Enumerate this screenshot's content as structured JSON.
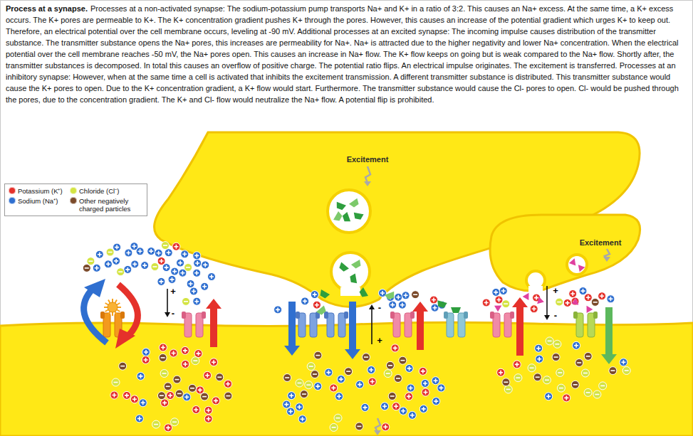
{
  "diagram": {
    "title": "Process at a synapse.",
    "caption": "Processes at a non-activated synapse: The sodium-potassium pump transports Na+ and K+ in a ratio of 3:2. This causes an Na+ excess. At the same time, a K+ excess occurs. The K+ pores are permeable to K+. The K+ concentration gradient pushes K+ through the pores. However, this causes an increase of the potential gradient which urges K+ to keep out. Therefore, an electrical potential over the cell membrane occurs, leveling at -90 mV. Additional processes at an excited synapse: The incoming impulse causes distribution of the transmitter substance. The transmitter substance opens the Na+ pores, this increases are permeability for Na+. Na+ is attracted due to the higher negativity and lower Na+ concentration. When the electrical potential over the cell membrane reaches -50 mV, the Na+ pores open. This causes an increase in Na+ flow. The K+ flow keeps on going but is weak compared to the Na+ flow. Shortly after, the transmitter substances is decomposed. In total this causes an overflow of positive charge. The potential ratio flips. An electrical impulse originates. The excitement is transferred. Processes at an inhibitory synapse: However, when at the same time a cell is activated that inhibits the excitement transmission. A different transmitter substance is distributed. This transmitter substance would cause the K+ pores to open. Due to the K+ concentration gradient, a K+ flow would start. Furthermore. The transmitter substance would cause the Cl- pores to open. Cl- would be pushed through the pores, due to the concentration gradient. The K+ and Cl- flow would neutralize the Na+ flow. A potential flip is prohibited.",
    "labels": [
      "Excitement",
      "Excitement",
      "+",
      "-",
      "-",
      "+",
      "+",
      "-"
    ],
    "legend": [
      {
        "text": "Potassium (K⁺)",
        "color": "#e5312b"
      },
      {
        "text": "Chloride (Cl⁻)",
        "color": "#d4e443"
      },
      {
        "text": "Sodium (Na⁺)",
        "color": "#2f6fd0"
      },
      {
        "text": "Other negatively charged particles",
        "color": "#7b4a2a"
      }
    ]
  }
}
